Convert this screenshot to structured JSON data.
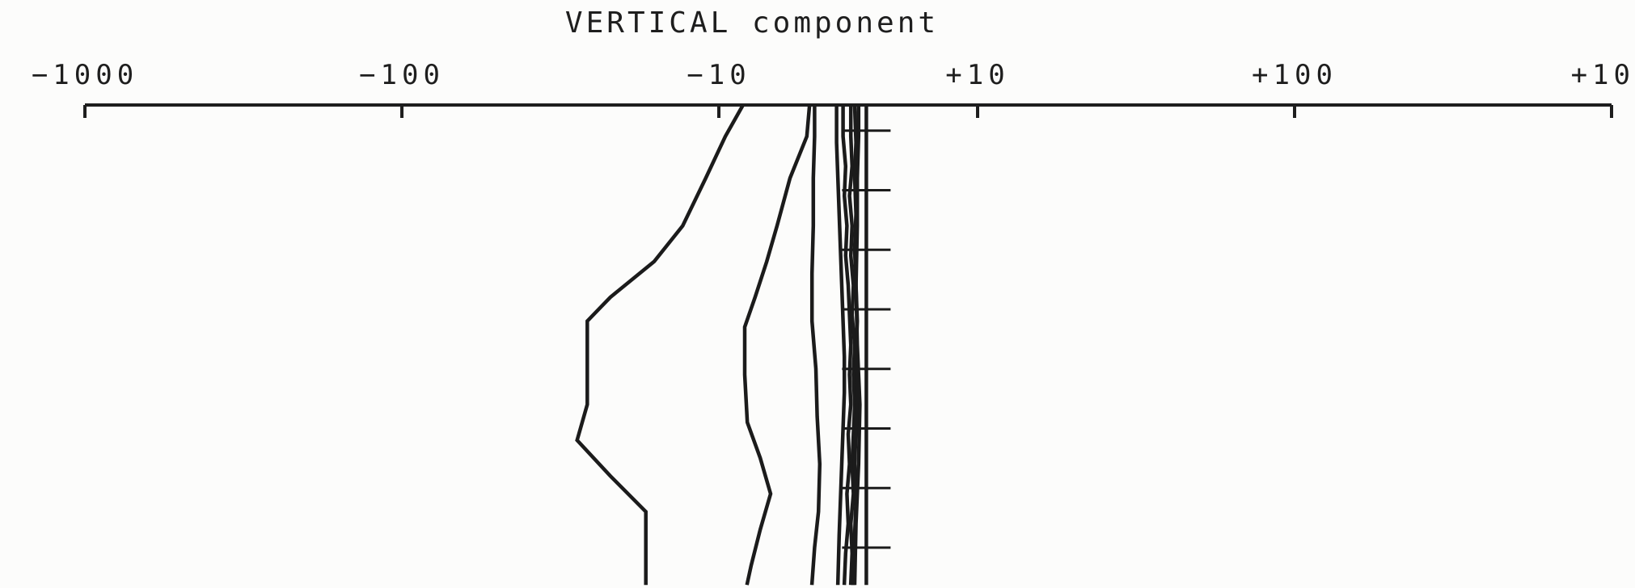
{
  "chart_data": {
    "type": "line",
    "title": "VERTICAL component",
    "xlabel": "",
    "ylabel": "",
    "x_scale": "symlog",
    "xlim": [
      -1000,
      1000
    ],
    "x_ticks": [
      {
        "value": -1000,
        "label": "−1000"
      },
      {
        "value": -100,
        "label": "−100"
      },
      {
        "value": -10,
        "label": "−10"
      },
      {
        "value": 10,
        "label": "+10"
      },
      {
        "value": 100,
        "label": "+100"
      },
      {
        "value": 1000,
        "label": "+10"
      }
    ],
    "ylim": [
      0,
      8
    ],
    "depth_ticks": [
      1,
      2,
      3,
      4,
      5,
      6,
      7,
      8
    ],
    "grid": false,
    "legend": "none",
    "line_color": "#1b1b1b",
    "series": [
      {
        "points": [
          [
            -8.2,
            0
          ],
          [
            -9.5,
            0.5
          ],
          [
            -11,
            1.2
          ],
          [
            -13,
            2.0
          ],
          [
            -16,
            2.6
          ],
          [
            -22,
            3.2
          ],
          [
            -26,
            3.6
          ],
          [
            -26,
            4.4
          ],
          [
            -26,
            5.0
          ],
          [
            -28,
            5.6
          ],
          [
            -22,
            6.2
          ],
          [
            -17,
            6.8
          ],
          [
            -17,
            7.4
          ],
          [
            -17,
            8.0
          ]
        ]
      },
      {
        "points": [
          [
            -3.0,
            0
          ],
          [
            -3.2,
            0.5
          ],
          [
            -4.5,
            1.2
          ],
          [
            -5.5,
            2.0
          ],
          [
            -6.3,
            2.6
          ],
          [
            -7.2,
            3.2
          ],
          [
            -8.0,
            3.7
          ],
          [
            -8.0,
            4.5
          ],
          [
            -7.8,
            5.3
          ],
          [
            -6.8,
            5.9
          ],
          [
            -6.0,
            6.5
          ],
          [
            -6.8,
            7.1
          ],
          [
            -7.5,
            7.7
          ],
          [
            -7.8,
            8.0
          ]
        ]
      },
      {
        "points": [
          [
            -2.6,
            0
          ],
          [
            -2.6,
            0.5
          ],
          [
            -2.7,
            1.2
          ],
          [
            -2.7,
            2.0
          ],
          [
            -2.8,
            2.8
          ],
          [
            -2.8,
            3.6
          ],
          [
            -2.5,
            4.4
          ],
          [
            -2.4,
            5.2
          ],
          [
            -2.2,
            6.0
          ],
          [
            -2.3,
            6.8
          ],
          [
            -2.6,
            7.4
          ],
          [
            -2.8,
            8.0
          ]
        ]
      },
      {
        "points": [
          [
            0.8,
            0
          ],
          [
            0.8,
            0.5
          ],
          [
            0.7,
            1.2
          ],
          [
            0.7,
            2.0
          ],
          [
            0.6,
            3.0
          ],
          [
            0.7,
            4.0
          ],
          [
            0.9,
            5.0
          ],
          [
            0.8,
            6.0
          ],
          [
            0.6,
            7.0
          ],
          [
            0.5,
            8.0
          ]
        ]
      },
      {
        "points": [
          [
            -0.9,
            0
          ],
          [
            -0.9,
            0.6
          ],
          [
            -0.8,
            1.2
          ],
          [
            -0.7,
            1.8
          ],
          [
            -0.6,
            2.4
          ],
          [
            -0.5,
            3.0
          ],
          [
            -0.4,
            3.6
          ],
          [
            -0.3,
            4.2
          ],
          [
            -0.3,
            4.8
          ],
          [
            -0.4,
            5.4
          ],
          [
            -0.5,
            6.0
          ],
          [
            -0.6,
            6.6
          ],
          [
            -0.7,
            7.2
          ],
          [
            -0.8,
            8.0
          ]
        ]
      },
      {
        "points": [
          [
            -0.4,
            0
          ],
          [
            -0.4,
            0.5
          ],
          [
            -0.2,
            1.0
          ],
          [
            -0.3,
            1.5
          ],
          [
            -0.1,
            2.0
          ],
          [
            -0.2,
            2.5
          ],
          [
            0.0,
            3.0
          ],
          [
            0.1,
            3.5
          ],
          [
            0.2,
            4.0
          ],
          [
            0.1,
            4.5
          ],
          [
            0.2,
            5.0
          ],
          [
            0.0,
            5.5
          ],
          [
            0.1,
            6.0
          ],
          [
            -0.1,
            6.5
          ],
          [
            0.0,
            7.0
          ],
          [
            -0.2,
            7.5
          ],
          [
            -0.3,
            8.0
          ]
        ]
      },
      {
        "points": [
          [
            0.2,
            0
          ],
          [
            0.2,
            0.5
          ],
          [
            0.3,
            1.0
          ],
          [
            0.1,
            1.5
          ],
          [
            0.3,
            2.0
          ],
          [
            0.2,
            2.5
          ],
          [
            0.4,
            3.0
          ],
          [
            0.3,
            3.5
          ],
          [
            0.5,
            4.0
          ],
          [
            0.4,
            4.5
          ],
          [
            0.5,
            5.0
          ],
          [
            0.4,
            5.5
          ],
          [
            0.3,
            6.0
          ],
          [
            0.4,
            6.5
          ],
          [
            0.2,
            7.0
          ],
          [
            0.3,
            7.5
          ],
          [
            0.2,
            8.0
          ]
        ]
      },
      {
        "points": [
          [
            0.5,
            0
          ],
          [
            0.6,
            0.6
          ],
          [
            0.5,
            1.2
          ],
          [
            0.6,
            1.8
          ],
          [
            0.5,
            2.4
          ],
          [
            0.6,
            3.0
          ],
          [
            0.7,
            3.6
          ],
          [
            0.6,
            4.2
          ],
          [
            0.7,
            4.8
          ],
          [
            0.6,
            5.4
          ],
          [
            0.5,
            6.0
          ],
          [
            0.6,
            6.6
          ],
          [
            0.5,
            7.2
          ],
          [
            0.4,
            8.0
          ]
        ]
      },
      {
        "points": [
          [
            1.4,
            0
          ],
          [
            1.4,
            1.0
          ],
          [
            1.4,
            2.0
          ],
          [
            1.4,
            3.0
          ],
          [
            1.4,
            4.0
          ],
          [
            1.4,
            5.0
          ],
          [
            1.4,
            6.0
          ],
          [
            1.4,
            7.0
          ],
          [
            1.4,
            8.0
          ]
        ]
      }
    ]
  }
}
